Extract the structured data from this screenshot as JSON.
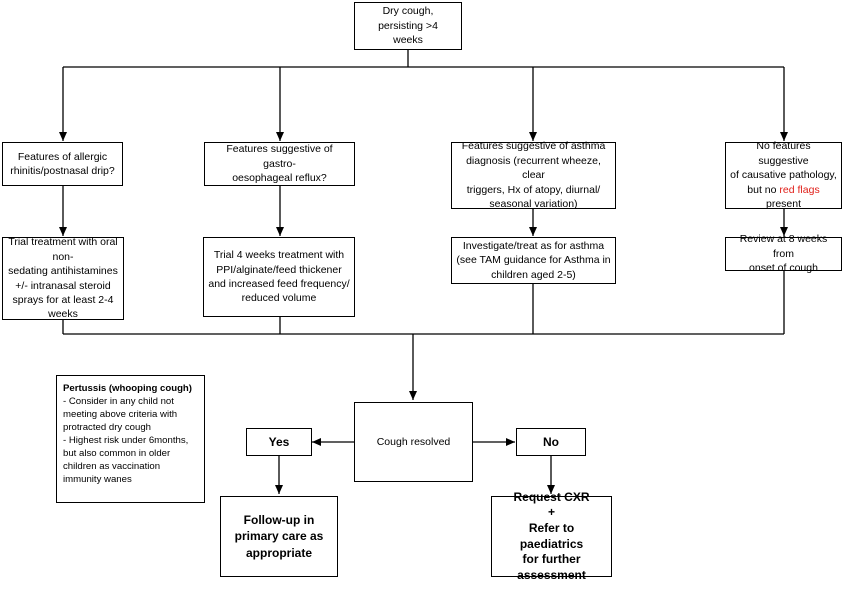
{
  "start": {
    "lines": [
      "Dry cough,",
      "persisting >4",
      "weeks"
    ]
  },
  "features": [
    {
      "lines": [
        "Features of allergic",
        "rhinitis/postnasal drip?"
      ]
    },
    {
      "lines": [
        "Features suggestive of gastro-",
        "oesophageal reflux?"
      ]
    },
    {
      "lines": [
        "Features suggestive of asthma",
        "diagnosis (recurrent wheeze, clear",
        "triggers, Hx of atopy, diurnal/",
        "seasonal variation)"
      ]
    },
    {
      "line1": "No features suggestive",
      "line2": "of causative pathology,",
      "line3_pre": "but no ",
      "line3_red": "red flags",
      "line3_post": " present"
    }
  ],
  "treatments": [
    {
      "lines": [
        "Trial treatment with oral",
        "non-",
        "sedating  antihistamines",
        "+/- intranasal steroid",
        "sprays for at least 2-4",
        "weeks"
      ]
    },
    {
      "lines": [
        "Trial 4 weeks treatment with",
        "PPI/alginate/feed thickener",
        "and increased feed frequency/",
        "reduced volume"
      ]
    },
    {
      "lines": [
        "Investigate/treat as for asthma",
        "(see TAM guidance for Asthma in",
        "children aged 2-5)"
      ]
    },
    {
      "lines": [
        "Review at 8 weeks from",
        "onset of cough"
      ]
    }
  ],
  "resolved": {
    "label": "Cough resolved"
  },
  "yes": {
    "label": "Yes"
  },
  "no": {
    "label": "No"
  },
  "followup": {
    "lines": [
      "Follow-up in",
      "primary care as",
      "appropriate"
    ]
  },
  "request": {
    "lines": [
      "Request CXR",
      "+",
      "Refer to paediatrics",
      "for further",
      "assessment"
    ]
  },
  "pertussis": {
    "title": "Pertussis (whooping cough)",
    "lines": [
      "- Consider in any child not",
      "meeting above criteria with",
      "protracted dry cough",
      "- Highest risk under 6months,",
      "but also common in older",
      "children as vaccination",
      "immunity wanes"
    ]
  },
  "colors": {
    "red_flags": "#e0201a",
    "line": "#000000"
  }
}
